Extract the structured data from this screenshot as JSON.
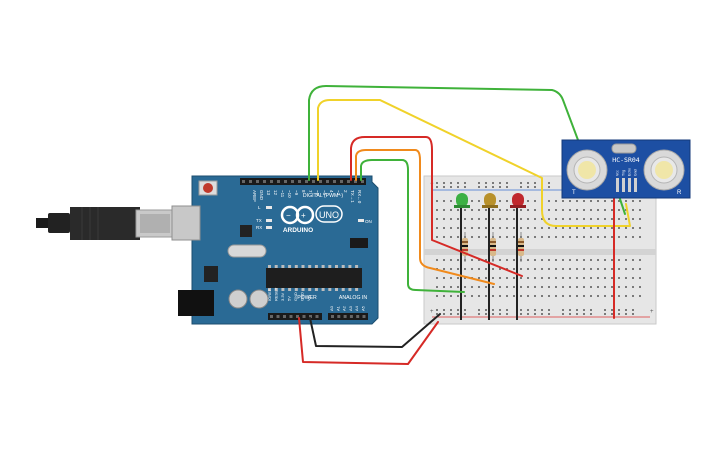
{
  "arduino": {
    "digital_label": "DIGITAL (PWM~)",
    "power_label": "POWER",
    "analog_label": "ANALOG IN",
    "brand_text": "ARDUINO",
    "model_text": "UNO",
    "on_label": "ON",
    "l_label": "L",
    "tx_label": "TX",
    "rx_label": "RX",
    "digital_pins": [
      "AREF",
      "GND",
      "13",
      "12",
      "~11",
      "~10",
      "~9",
      "8",
      "7",
      "~6",
      "~5",
      "4",
      "~3",
      "2",
      "TX→1",
      "RX←0"
    ],
    "power_pins": [
      "IOREF",
      "RESET",
      "3.3V",
      "5V",
      "GND",
      "GND",
      "Vin"
    ],
    "analog_pins": [
      "A0",
      "A1",
      "A2",
      "A3",
      "A4",
      "A5"
    ]
  },
  "sensor": {
    "model_text": "HC-SR04",
    "left_mark": "T",
    "right_mark": "R",
    "pins": [
      "Vcc",
      "Trig",
      "Echo",
      "Gnd"
    ]
  },
  "leds": [
    {
      "name": "green",
      "color": "#3cb043"
    },
    {
      "name": "yellow",
      "color": "#b8912b"
    },
    {
      "name": "red",
      "color": "#c0282d"
    }
  ],
  "wires": {
    "green": "#3fb23a",
    "yellow": "#f0d22a",
    "red": "#d62a26",
    "orange": "#f08a1c",
    "black": "#222222"
  }
}
